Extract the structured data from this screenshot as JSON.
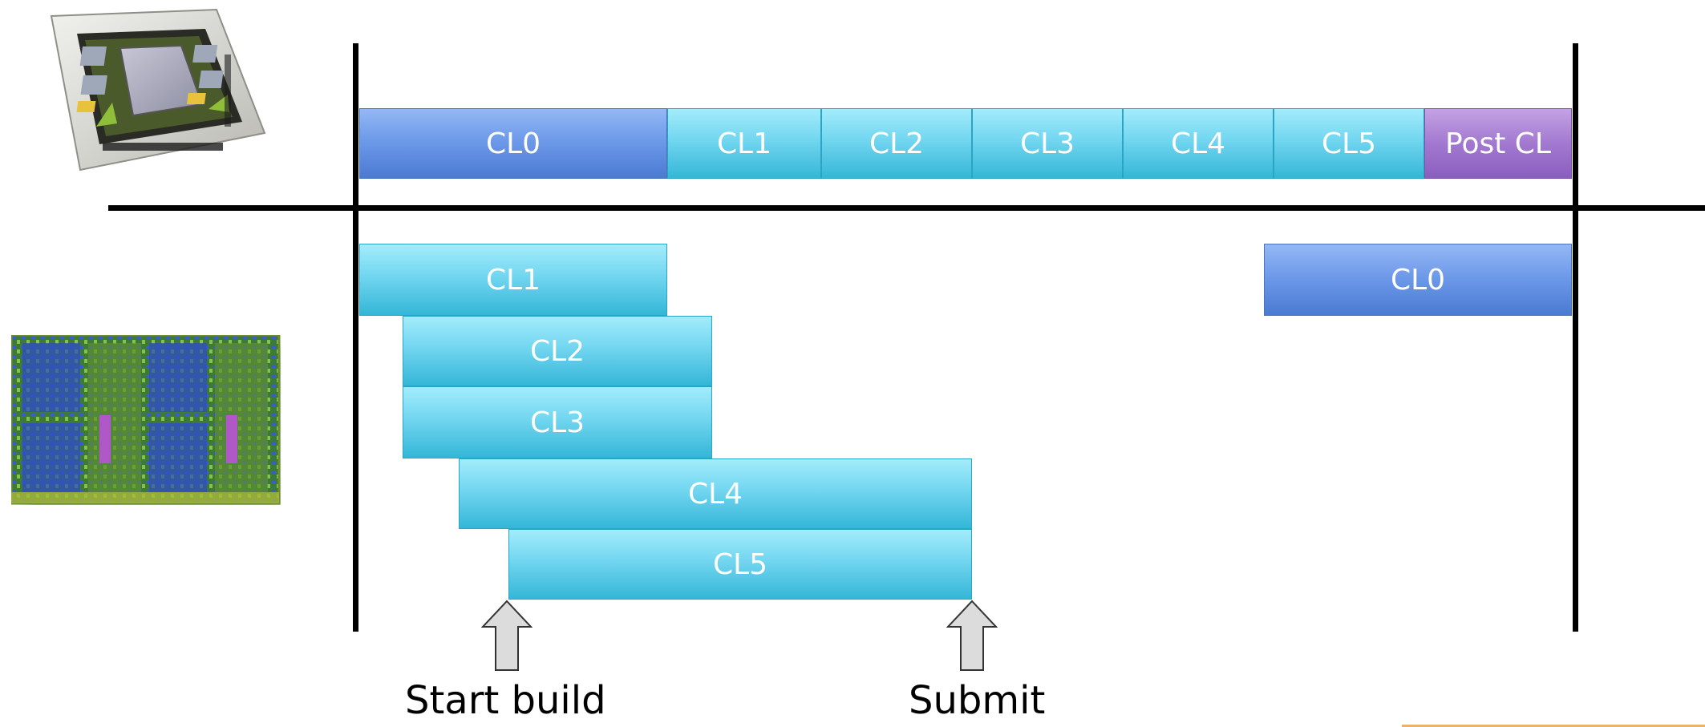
{
  "gpu_row": [
    {
      "label": "CL0",
      "style": "blue"
    },
    {
      "label": "CL1",
      "style": "cyan"
    },
    {
      "label": "CL2",
      "style": "cyan"
    },
    {
      "label": "CL3",
      "style": "cyan"
    },
    {
      "label": "CL4",
      "style": "cyan"
    },
    {
      "label": "CL5",
      "style": "cyan"
    },
    {
      "label": "Post CL",
      "style": "purple"
    }
  ],
  "cpu_row": [
    {
      "label": "CL1",
      "style": "cyan"
    },
    {
      "label": "CL2",
      "style": "cyan"
    },
    {
      "label": "CL3",
      "style": "cyan"
    },
    {
      "label": "CL4",
      "style": "cyan"
    },
    {
      "label": "CL5",
      "style": "cyan"
    },
    {
      "label": "CL0",
      "style": "blue"
    }
  ],
  "markers": {
    "start": "Start build",
    "submit": "Submit"
  },
  "images": {
    "gpu": "gpu-package-photo",
    "cpu": "cpu-die-photo"
  },
  "colors": {
    "blue": "#6e9ae9",
    "cyan": "#72d6f0",
    "purple": "#a279d0",
    "arrow": "#dcdcdc",
    "accent": "#e9b36a"
  }
}
